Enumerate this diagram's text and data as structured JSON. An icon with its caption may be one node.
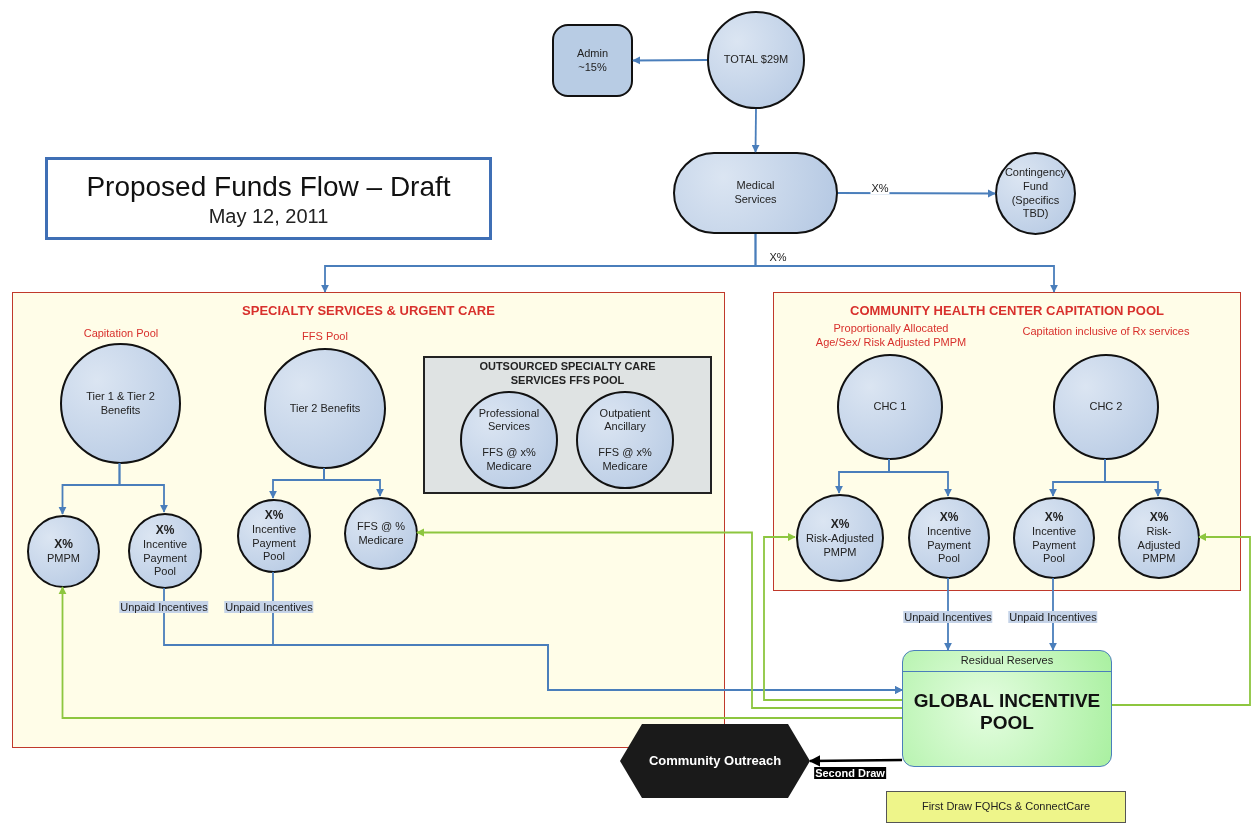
{
  "diagram": {
    "nodes": [
      {
        "text": [
          "Proposed Funds Flow – Draft",
          "May 12, 2011"
        ]
      },
      {
        "text": [
          "Admin ~15%"
        ]
      },
      {
        "text": [
          "TOTAL $29M"
        ]
      },
      {
        "text": [
          "Medical Services"
        ]
      },
      {
        "text": [
          "Contingency Fund (Specifics TBD)"
        ]
      },
      {
        "text": [
          "SPECIALTY SERVICES & URGENT CARE"
        ]
      },
      {
        "text": [
          "Tier 1 & Tier 2 Benefits"
        ],
        "beside": [
          "Capitation Pool"
        ],
        "in": 5
      },
      {
        "text": [
          "Tier 2 Benefits"
        ],
        "beside": [
          "FFS Pool"
        ],
        "in": 5
      },
      {
        "text": [
          "OUTSOURCED SPECIALTY CARE SERVICES FFS POOL"
        ],
        "in": 5
      },
      {
        "text": [
          "Professional Services",
          "FFS @ x% Medicare"
        ],
        "in": 8
      },
      {
        "text": [
          "Outpatient Ancillary",
          "FFS @ x% Medicare"
        ],
        "in": 8
      },
      {
        "text": [
          "X%",
          "PMPM"
        ],
        "in": 5
      },
      {
        "text": [
          "X%",
          "Incentive Payment Pool"
        ],
        "in": 5
      },
      {
        "text": [
          "X%",
          "Incentive Payment Pool"
        ],
        "in": 5
      },
      {
        "text": [
          "FFS @ % Medicare"
        ],
        "in": 5
      },
      {
        "text": [
          "COMMUNITY HEALTH CENTER CAPITATION POOL"
        ]
      },
      {
        "text": [
          "CHC 1"
        ],
        "beside": [
          "Proportionally Allocated Age/Sex/ Risk Adjusted PMPM"
        ],
        "in": 15
      },
      {
        "text": [
          "CHC 2"
        ],
        "beside": [
          "Capitation inclusive of Rx services"
        ],
        "in": 15
      },
      {
        "text": [
          "X%",
          "Risk-Adjusted PMPM"
        ],
        "in": 15
      },
      {
        "text": [
          "X%",
          "Incentive Payment Pool"
        ],
        "in": 15
      },
      {
        "text": [
          "X%",
          "Incentive Payment Pool"
        ],
        "in": 15
      },
      {
        "text": [
          "X%",
          "Risk-Adjusted PMPM"
        ],
        "in": 15
      },
      {
        "text": [
          "Residual Reserves",
          "GLOBAL INCENTIVE POOL"
        ]
      },
      {
        "text": [
          "Community Outreach"
        ]
      },
      {
        "text": [
          "First Draw FQHCs & ConnectCare"
        ]
      }
    ],
    "edges": [
      {
        "from": 2,
        "to": 1,
        "arrow": "to"
      },
      {
        "from": 2,
        "to": 3,
        "arrow": "to"
      },
      {
        "from": 3,
        "to": 4,
        "arrow": "to",
        "label": "X%"
      },
      {
        "from": 3,
        "to": 5,
        "arrow": "to"
      },
      {
        "from": 3,
        "to": 15,
        "arrow": "to",
        "label": "X%"
      },
      {
        "from": 6,
        "to": 11,
        "arrow": "to"
      },
      {
        "from": 6,
        "to": 12,
        "arrow": "to"
      },
      {
        "from": 7,
        "to": 13,
        "arrow": "to"
      },
      {
        "from": 7,
        "to": 14,
        "arrow": "to"
      },
      {
        "from": 16,
        "to": 18,
        "arrow": "to"
      },
      {
        "from": 16,
        "to": 19,
        "arrow": "to"
      },
      {
        "from": 17,
        "to": 20,
        "arrow": "to"
      },
      {
        "from": 17,
        "to": 21,
        "arrow": "to"
      },
      {
        "from": 12,
        "to": 22,
        "arrow": "to",
        "label": "Unpaid Incentives"
      },
      {
        "from": 13,
        "to": 22,
        "arrow": "to",
        "label": "Unpaid Incentives"
      },
      {
        "from": 19,
        "to": 22,
        "arrow": "to",
        "label": "Unpaid Incentives"
      },
      {
        "from": 20,
        "to": 22,
        "arrow": "to",
        "label": "Unpaid Incentives"
      },
      {
        "from": 22,
        "to": 11,
        "arrow": "to",
        "color": "#8dc63f"
      },
      {
        "from": 22,
        "to": 14,
        "arrow": "to",
        "color": "#8dc63f"
      },
      {
        "from": 22,
        "to": 18,
        "arrow": "to",
        "color": "#8dc63f"
      },
      {
        "from": 22,
        "to": 21,
        "arrow": "to",
        "color": "#8dc63f"
      },
      {
        "from": 22,
        "to": 23,
        "arrow": "to",
        "label": "Second Draw",
        "color": "#000000"
      }
    ]
  }
}
